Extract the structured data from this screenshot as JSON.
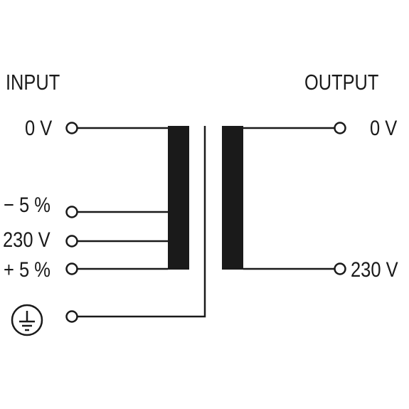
{
  "input": {
    "heading": "INPUT",
    "terminals": [
      {
        "label": "0 V"
      },
      {
        "label": "− 5 %"
      },
      {
        "label": "230 V"
      },
      {
        "label": "+ 5 %"
      }
    ],
    "earth_icon": "protective-earth-icon"
  },
  "output": {
    "heading": "OUTPUT",
    "terminals": [
      {
        "label": "0 V"
      },
      {
        "label": "230 V"
      }
    ]
  },
  "colors": {
    "line": "#1a1a1a",
    "background": "#ffffff"
  }
}
